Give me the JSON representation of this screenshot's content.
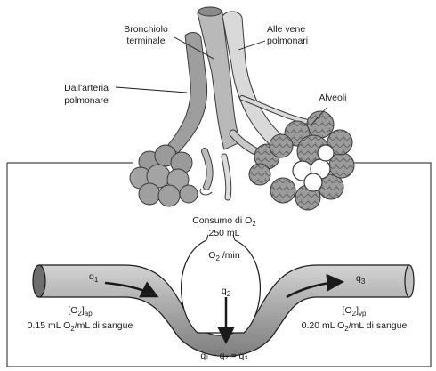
{
  "labels": {
    "bronchiole_1": "Bronchiolo",
    "bronchiole_2": "terminale",
    "pulmonary_veins_1": "Alle vene",
    "pulmonary_veins_2": "polmonari",
    "pulmonary_artery_1": "Dall'arteria",
    "pulmonary_artery_2": "polmonare",
    "alveoli": "Alveoli",
    "consumption_1_main": "Consumo di O",
    "consumption_1_sub": "2",
    "consumption_2": "250 mL",
    "consumption_3_main": "O",
    "consumption_3_sub": "2",
    "consumption_3_rest": " /min",
    "q1_main": "q",
    "q1_sub": "1",
    "q2_main": "q",
    "q2_sub": "2",
    "q3_main": "q",
    "q3_sub": "3",
    "conc_ap_main": "[O",
    "conc_ap_sub1": "2",
    "conc_ap_mid": "]",
    "conc_ap_sub2": "ap",
    "conc_ap_value_a": "0.15 mL O",
    "conc_ap_value_sub": "2",
    "conc_ap_value_b": "/mL di sangue",
    "conc_vp_main": "[O",
    "conc_vp_sub1": "2",
    "conc_vp_mid": "]",
    "conc_vp_sub2": "vp",
    "conc_vp_value_a": "0.20 mL O",
    "conc_vp_value_sub": "2",
    "conc_vp_value_b": "/mL di sangue",
    "equation": "q₁ + q₂ = q₃"
  },
  "colors": {
    "vessel": "#a9a9a9",
    "vessel_dark": "#7a7a7a",
    "alveoli": "#8f8f8f",
    "outline": "#1a1a1a"
  }
}
